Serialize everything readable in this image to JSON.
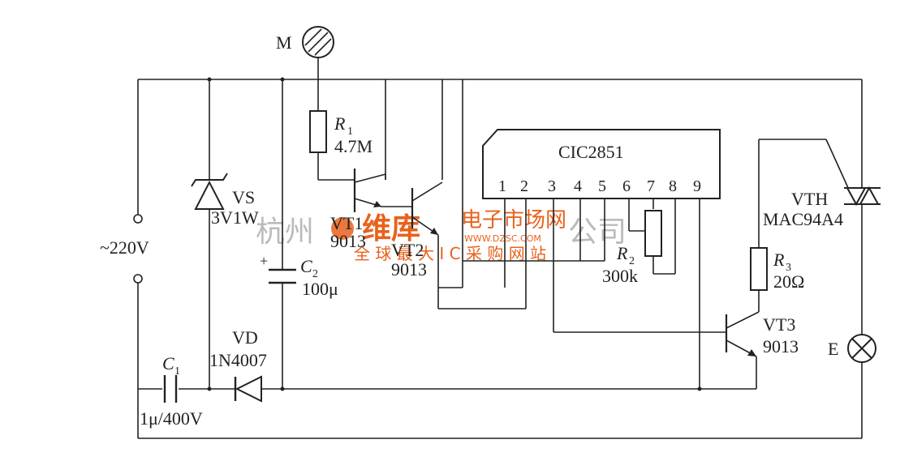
{
  "labels": {
    "mic": "M",
    "r1_name": "R",
    "r1_sub": "1",
    "r1_value": "4.7M",
    "ic_name": "CIC2851",
    "pins": [
      "1",
      "2",
      "3",
      "4",
      "5",
      "6",
      "7",
      "8",
      "9"
    ],
    "vs_name": "VS",
    "vs_value": "3V1W",
    "supply": "~220V",
    "c2_name": "C",
    "c2_sub": "2",
    "c2_value": "100μ",
    "c2_plus": "+",
    "vt1_name": "VT1",
    "vt1_value": "9013",
    "vt2_name": "VT2",
    "vt2_value": "9013",
    "r2_name": "R",
    "r2_sub": "2",
    "r2_value": "300k",
    "vth_name": "VTH",
    "vth_value": "MAC94A4",
    "r3_name": "R",
    "r3_sub": "3",
    "r3_value": "20Ω",
    "vd_name": "VD",
    "vd_value": "1N4007",
    "vt3_name": "VT3",
    "vt3_value": "9013",
    "lamp": "E",
    "c1_name": "C",
    "c1_sub": "1",
    "c1_value": "1μ/400V"
  },
  "watermark": {
    "company": "杭州",
    "company_tail": "公司",
    "brand": "维库",
    "brand_sub": "电子市场网",
    "url": "WWW.DZSC.COM",
    "slogan": "全 球 最 大 I C 采 购 网 站"
  },
  "colors": {
    "line": "#222222",
    "watermark": "#e8621c",
    "watermark_gray": "#b8b8b8"
  }
}
